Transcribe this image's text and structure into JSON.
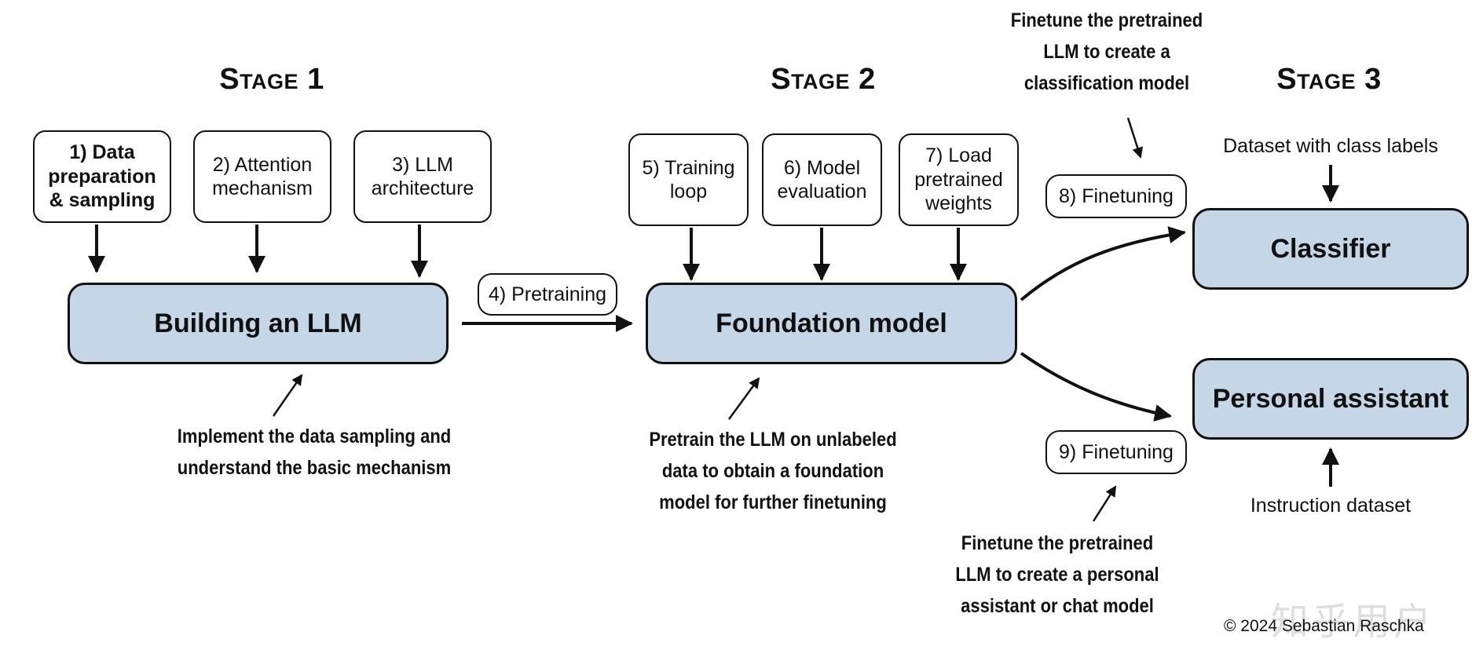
{
  "stages": {
    "stage1": "Stage 1",
    "stage2": "Stage 2",
    "stage3": "Stage 3"
  },
  "stage1_inputs": {
    "data_prep": "1) Data preparation & sampling",
    "attention": "2) Attention mechanism",
    "architecture": "3) LLM architecture"
  },
  "main_blocks": {
    "building": "Building an LLM",
    "foundation": "Foundation model",
    "classifier": "Classifier",
    "assistant": "Personal assistant"
  },
  "stage2_inputs": {
    "training": "5) Training loop",
    "evaluation": "6) Model evaluation",
    "load_weights": "7) Load pretrained weights"
  },
  "pills": {
    "pretraining": "4) Pretraining",
    "finetuning_8": "8) Finetuning",
    "finetuning_9": "9) Finetuning"
  },
  "notes": {
    "stage1": "Implement the data sampling and understand the basic mechanism",
    "stage2": "Pretrain the LLM on unlabeled data to obtain a foundation model for further finetuning",
    "classification": "Finetune the pretrained LLM to create a classification model",
    "assistant": "Finetune the pretrained LLM to create a personal assistant or chat model"
  },
  "labels": {
    "class_dataset": "Dataset with class labels",
    "instruction_dataset": "Instruction dataset"
  },
  "footer": {
    "copyright": "© 2024 Sebastian Raschka",
    "watermark": "知乎用户"
  }
}
